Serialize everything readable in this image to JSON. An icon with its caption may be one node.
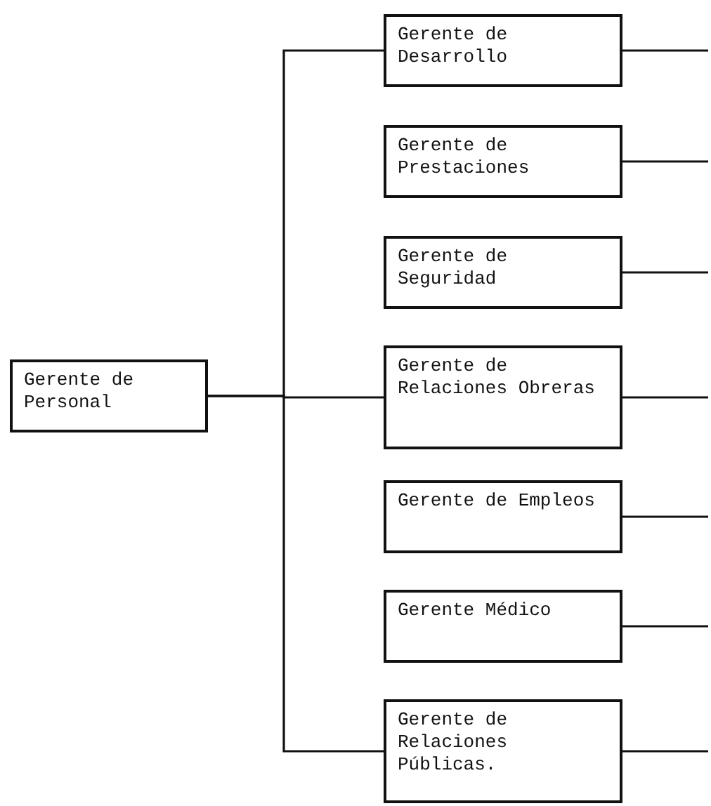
{
  "diagram": {
    "nodes": [
      {
        "text": [
          "Gerente de Personal"
        ]
      },
      {
        "text": [
          "Gerente de Desarrollo"
        ]
      },
      {
        "text": [
          "Gerente de Prestaciones"
        ]
      },
      {
        "text": [
          "Gerente de Seguridad"
        ]
      },
      {
        "text": [
          "Gerente de Relaciones Obreras"
        ]
      },
      {
        "text": [
          "Gerente de Empleos"
        ]
      },
      {
        "text": [
          "Gerente Médico"
        ]
      },
      {
        "text": [
          "Gerente de Relaciones Públicas."
        ]
      }
    ],
    "edges": [
      {
        "from": 0,
        "to": 1,
        "arrow": "none"
      },
      {
        "from": 0,
        "to": 4,
        "arrow": "none"
      },
      {
        "from": 0,
        "to": 7,
        "arrow": "none"
      },
      {
        "from": 1,
        "to": null,
        "arrow": "none"
      },
      {
        "from": 2,
        "to": null,
        "arrow": "none"
      },
      {
        "from": 3,
        "to": null,
        "arrow": "none"
      },
      {
        "from": 4,
        "to": null,
        "arrow": "none"
      },
      {
        "from": 5,
        "to": null,
        "arrow": "none"
      },
      {
        "from": 6,
        "to": null,
        "arrow": "none"
      },
      {
        "from": 7,
        "to": null,
        "arrow": "none"
      }
    ]
  }
}
